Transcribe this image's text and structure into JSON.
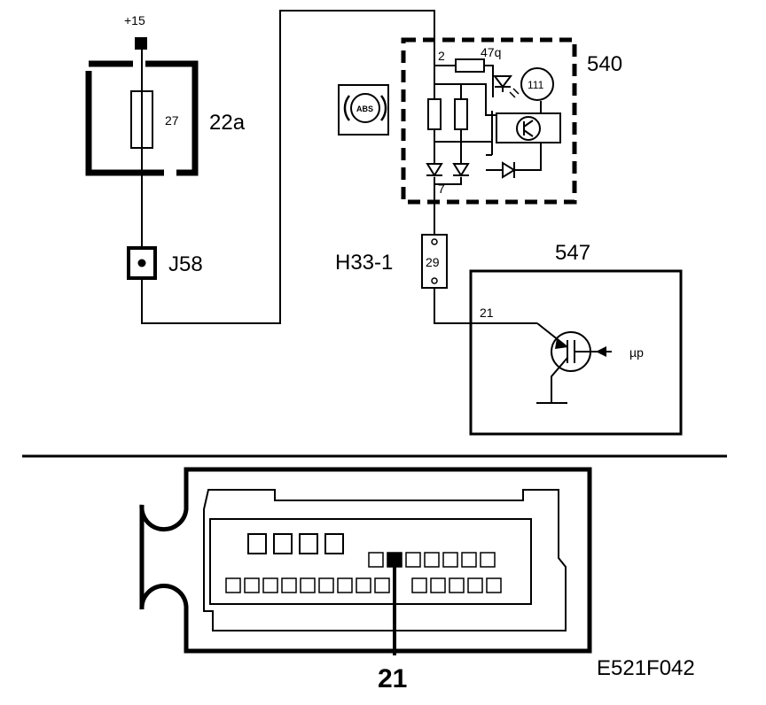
{
  "supply": {
    "label": "+15"
  },
  "fuse_box": {
    "id": "22a",
    "fuse_label": "27"
  },
  "junction": {
    "id": "J58"
  },
  "instrument": {
    "id": "540",
    "pin_in": "2",
    "pin_out": "7",
    "resistor_label": "47q",
    "gauge_label": "111",
    "abs_icon_text": "ABS"
  },
  "connector": {
    "id": "H33-1",
    "pin": "29"
  },
  "control_unit": {
    "id": "547",
    "pin": "21",
    "input_label": "µp"
  },
  "connector_view": {
    "pin_callout": "21"
  },
  "figure_code": "E521F042"
}
